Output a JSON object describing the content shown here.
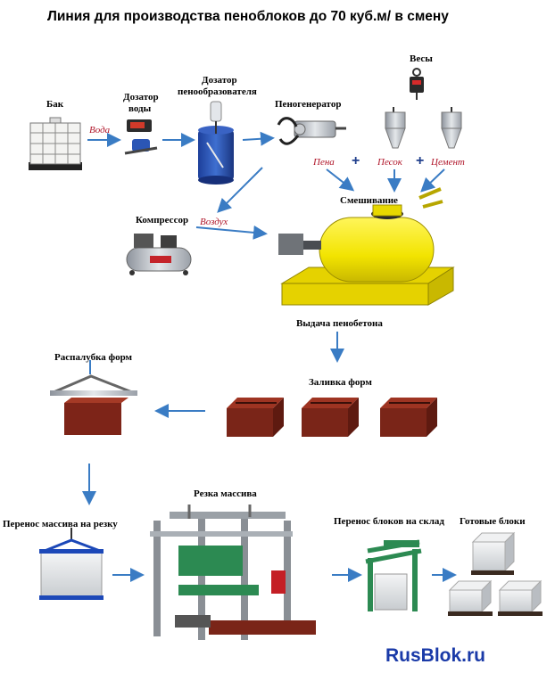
{
  "title": "Линия для производства пеноблоков до 70 куб.м/  в смену",
  "labels": {
    "tank": "Бак",
    "water_doser_1": "Дозатор",
    "water_doser_2": "воды",
    "foam_doser_1": "Дозатор",
    "foam_doser_2": "пенообразователя",
    "foam_generator": "Пеногенератор",
    "scales": "Весы",
    "compressor": "Компрессор",
    "mixing": "Смешивание",
    "output": "Выдача пенобетона",
    "demolding": "Распалубка форм",
    "filling": "Заливка форм",
    "cutting": "Резка массива",
    "transfer_cut": "Перенос массива на резку",
    "transfer_store": "Перенос блоков на склад",
    "finished": "Готовые блоки"
  },
  "flows": {
    "water": "Вода",
    "foam": "Пена",
    "sand": "Песок",
    "cement": "Цемент",
    "air": "Воздух",
    "plus": "+"
  },
  "brand": "RusBlok.ru",
  "colors": {
    "arrow": "#3a7cc4",
    "flow_text": "#b0162a",
    "brand": "#1a3aa8",
    "mixer": "#f2e400",
    "mold": "#7a2518"
  }
}
